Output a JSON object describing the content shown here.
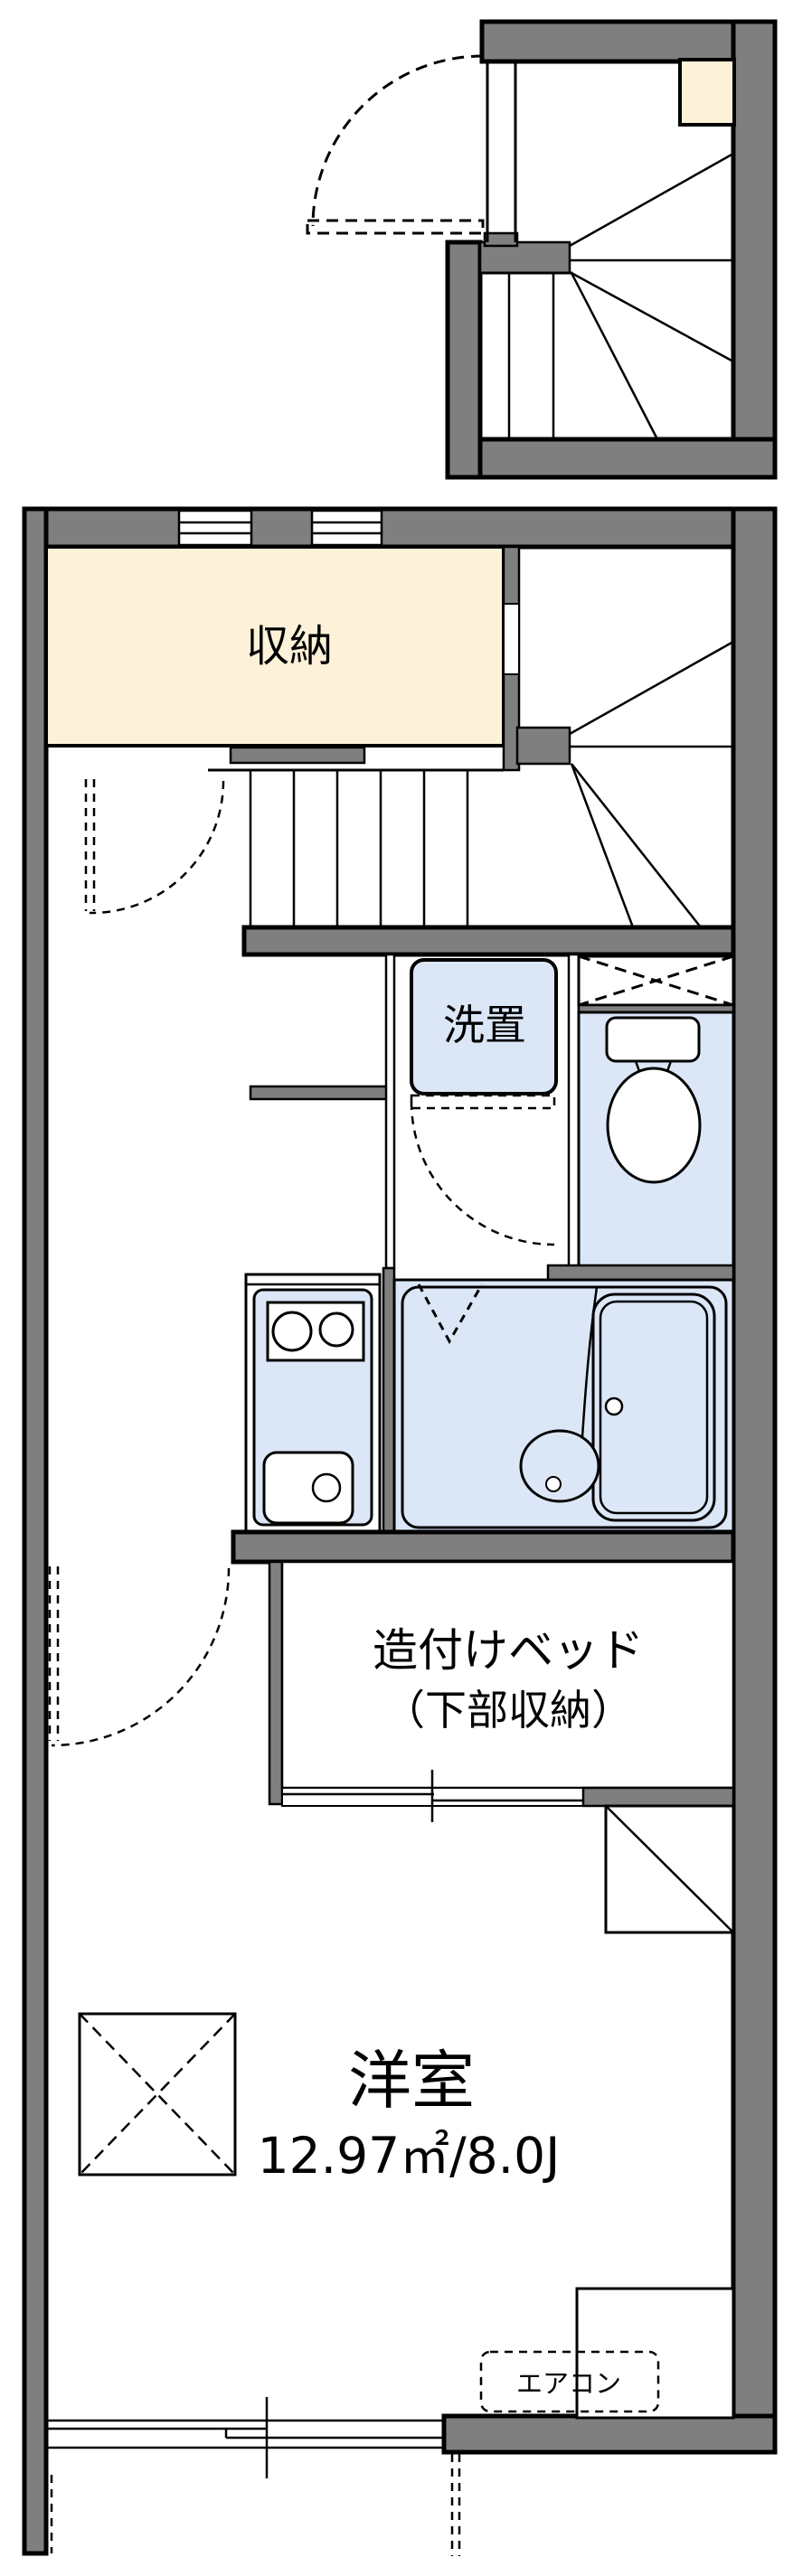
{
  "floorplan": {
    "rooms": {
      "storage": {
        "label": "収納"
      },
      "washer": {
        "label": "洗置"
      },
      "bed": {
        "line1": "造付けベッド",
        "line2": "（下部収納）"
      },
      "main_room": {
        "label": "洋室",
        "size": "12.97㎡/8.0J"
      },
      "aircon": {
        "label": "エアコン"
      }
    },
    "colors": {
      "wall_gray": "#7f7f7f",
      "storage_fill": "#fdf2d9",
      "fixture_fill": "#dbe7f7",
      "line": "#000000",
      "background": "#ffffff"
    }
  }
}
